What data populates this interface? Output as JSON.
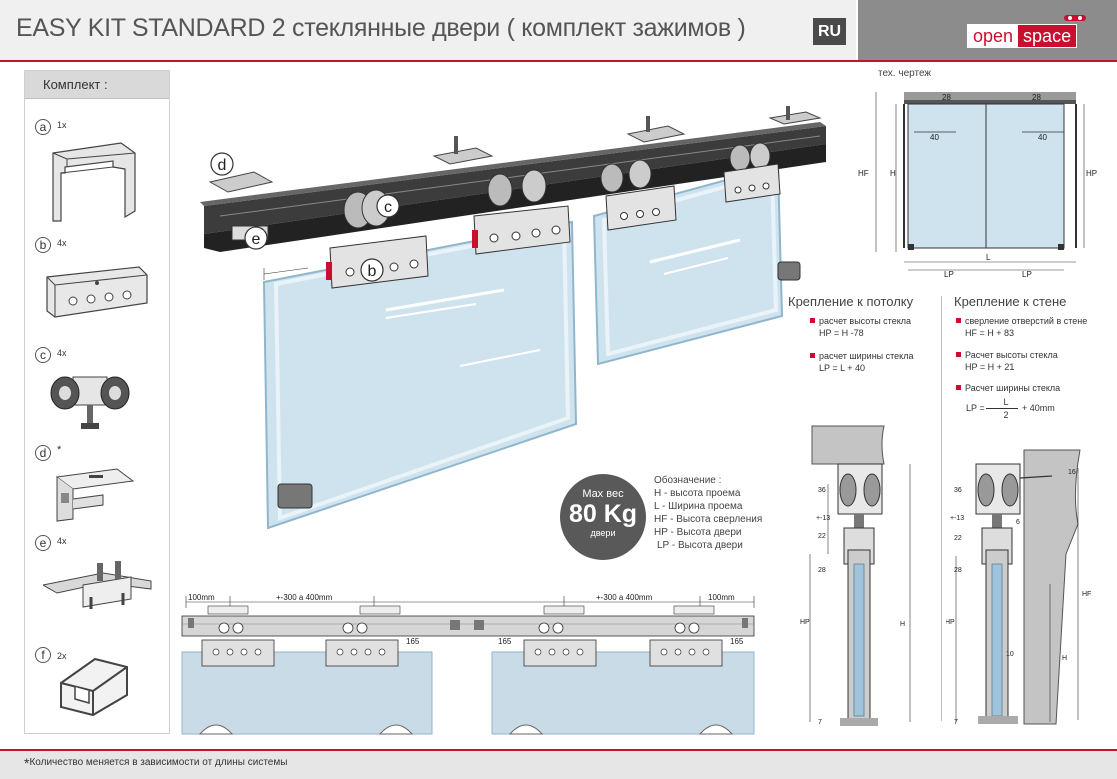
{
  "header": {
    "title": "EASY KIT STANDARD  2 стеклянные двери  ( комплект зажимов  )",
    "lang_badge": "RU",
    "logo_open": "open",
    "logo_space": "space"
  },
  "kit": {
    "heading": "Комплект :",
    "items": [
      {
        "letter": "a",
        "qty": "1x",
        "icon": "rail-profile-icon"
      },
      {
        "letter": "b",
        "qty": "4x",
        "icon": "clamp-plate-icon"
      },
      {
        "letter": "c",
        "qty": "4x",
        "icon": "roller-carriage-icon"
      },
      {
        "letter": "d",
        "qty": "*",
        "icon": "ceiling-bracket-icon"
      },
      {
        "letter": "e",
        "qty": "4x",
        "icon": "stopper-icon"
      },
      {
        "letter": "f",
        "qty": "2x",
        "icon": "floor-guide-icon"
      }
    ]
  },
  "illustration": {
    "callouts": [
      "d",
      "c",
      "e",
      "b"
    ]
  },
  "tech": {
    "title": "тех. чертеж",
    "dims": {
      "d28": "28",
      "d40": "40",
      "HF": "HF",
      "H": "H",
      "HP": "HP",
      "L": "L",
      "LP": "LP"
    }
  },
  "ceiling": {
    "title": "Крепление к потолку",
    "items": [
      {
        "label": "расчет высоты стекла",
        "value": "HP = H -78"
      },
      {
        "label": "расчет ширины стекла",
        "value": "LP = L + 40"
      }
    ]
  },
  "wall": {
    "title": "Крепление к стене",
    "items": [
      {
        "label": "сверление отверстий в стене",
        "value": "HF = H + 83"
      },
      {
        "label": "Расчет высоты стекла",
        "value": "HP = H + 21"
      },
      {
        "label": "Расчет ширины стекла",
        "value_prefix": "LP =",
        "numerator": "L",
        "denominator": "2",
        "value_suffix": "+ 40mm"
      }
    ]
  },
  "weight": {
    "line1": "Max вес",
    "line2": "80 Kg",
    "line3": "двери"
  },
  "legend": {
    "title": "Обозначение :",
    "items": [
      "H - высота проема",
      "L - Ширина проема",
      "HF - Высота сверления",
      "HP - Высота двери",
      "LP - Высота двери"
    ]
  },
  "bottom_drawing": {
    "d100_left": "100mm",
    "range_left": "+-300 a 400mm",
    "range_right": "+-300 a 400mm",
    "d100_right": "100mm",
    "d165a": "165",
    "d165b": "165",
    "d165c": "165"
  },
  "section_ceiling": {
    "d36": "36",
    "d13": "+-13",
    "d22": "22",
    "d28": "28",
    "HP": "HP",
    "H": "H",
    "d7": "7"
  },
  "section_wall": {
    "d16": "16",
    "d36": "36",
    "d13": "+-13",
    "d6": "6",
    "d22": "22",
    "d28": "28",
    "HF": "HF",
    "HP": "HP",
    "H": "H",
    "d10": "10",
    "d7": "7"
  },
  "footer": {
    "star": "*",
    "note": "Количество меняется в зависимости от длины системы"
  }
}
